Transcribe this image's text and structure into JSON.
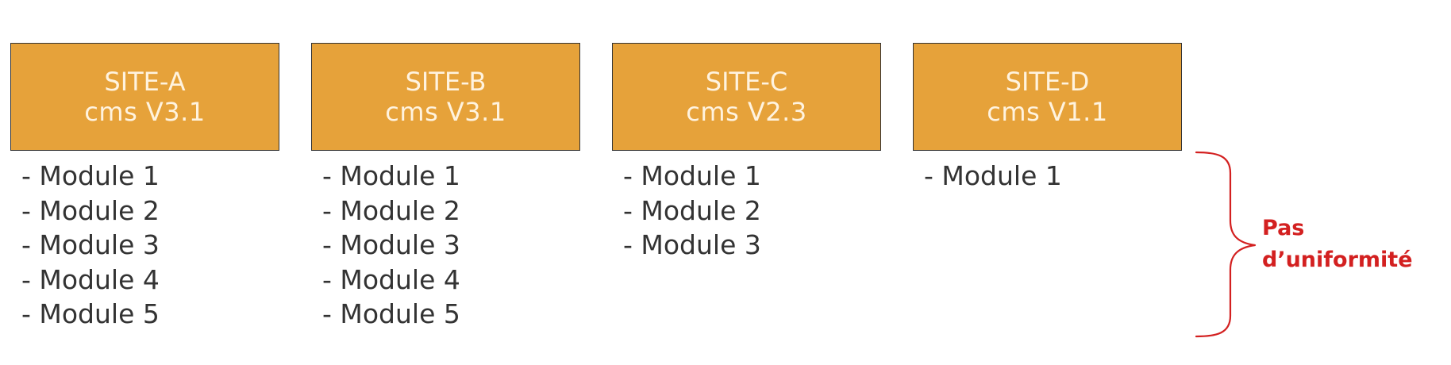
{
  "sites": [
    {
      "name": "SITE-A",
      "version": "cms V3.1",
      "modules": [
        "- Module 1",
        "- Module 2",
        "- Module 3",
        "- Module 4",
        "- Module 5"
      ]
    },
    {
      "name": "SITE-B",
      "version": "cms V3.1",
      "modules": [
        "- Module 1",
        "- Module 2",
        "- Module 3",
        "- Module 4",
        "- Module 5"
      ]
    },
    {
      "name": "SITE-C",
      "version": "cms V2.3",
      "modules": [
        "- Module 1",
        "- Module 2",
        "- Module 3"
      ]
    },
    {
      "name": "SITE-D",
      "version": "cms V1.1",
      "modules": [
        "- Module 1"
      ]
    }
  ],
  "annotation": {
    "line1": "Pas",
    "line2": "d’uniformité"
  },
  "colors": {
    "box_fill": "#e6a23a",
    "box_text": "#fff3df",
    "annotation": "#d32020",
    "brace": "#d32020"
  }
}
